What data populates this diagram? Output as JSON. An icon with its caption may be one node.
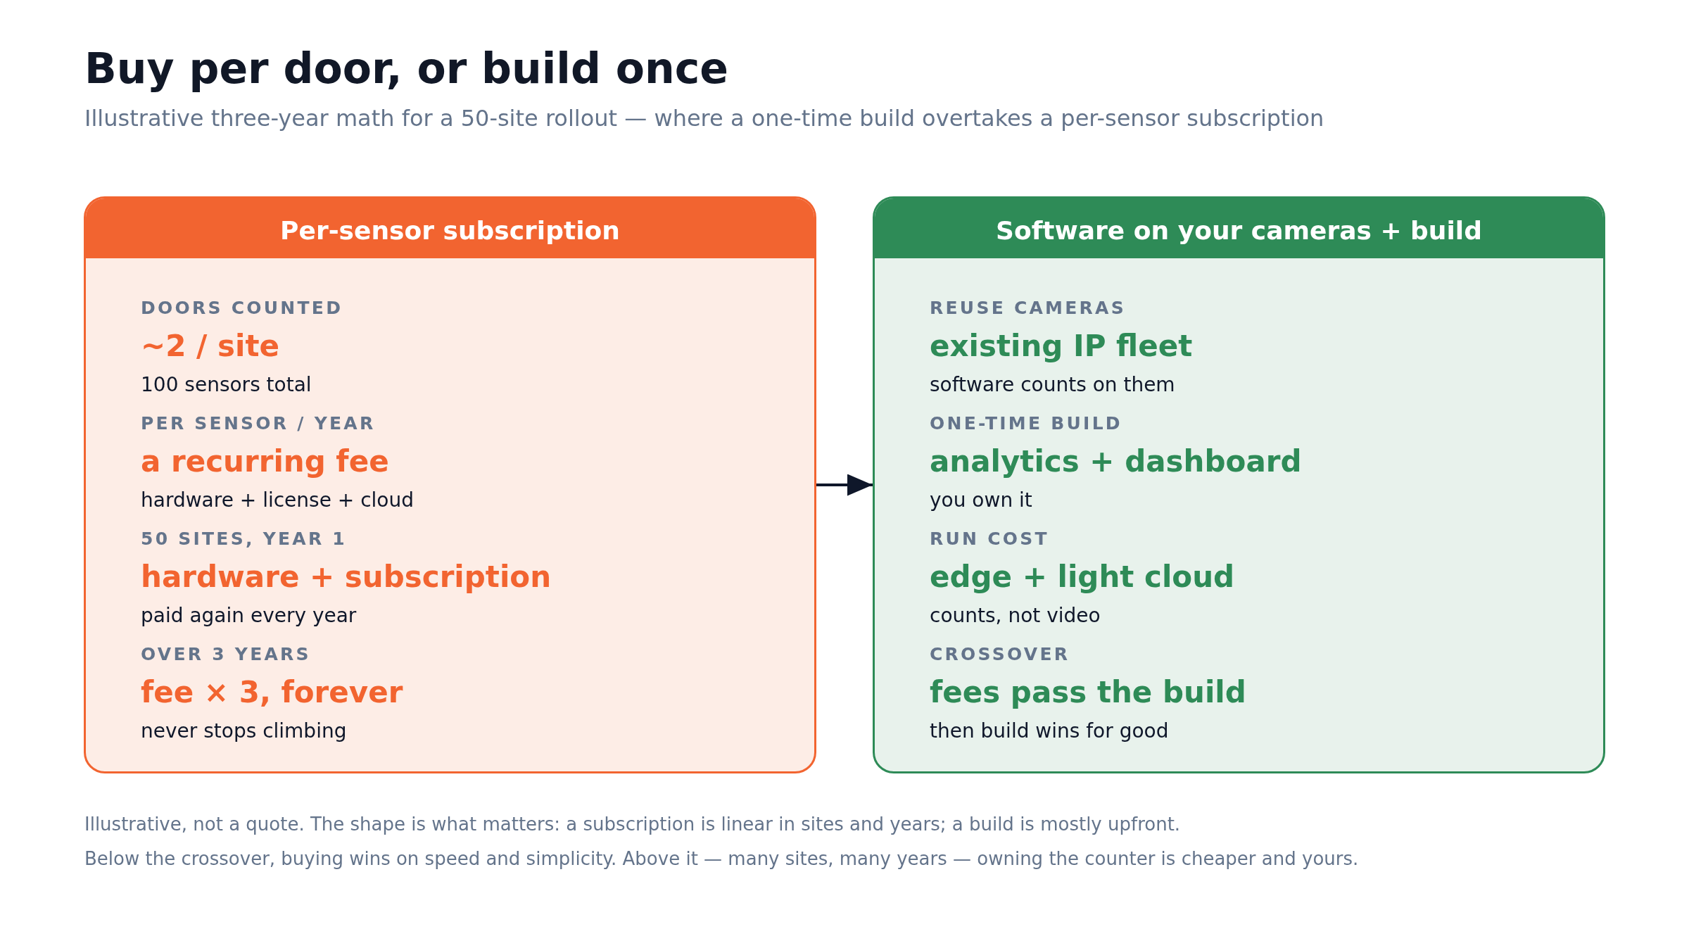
{
  "diagram": {
    "title": "Buy per door, or build once",
    "nodes": [
      {
        "text": [
          "Per-sensor subscription",
          "DOORS COUNTED",
          "~2 / site",
          "100 sensors total",
          "PER SENSOR / YEAR",
          "a recurring fee",
          "hardware + license + cloud",
          "50 SITES, YEAR 1",
          "hardware + subscription",
          "paid again every year",
          "OVER 3 YEARS",
          "fee × 3, forever",
          "never stops climbing"
        ]
      },
      {
        "text": [
          "Software on your cameras + build",
          "REUSE CAMERAS",
          "existing IP fleet",
          "software counts on them",
          "ONE-TIME BUILD",
          "analytics + dashboard",
          "you own it",
          "RUN COST",
          "edge + light cloud",
          "counts, not video",
          "CROSSOVER",
          "fees pass the build",
          "then build wins for good"
        ]
      }
    ],
    "edges": [
      {
        "from": 0,
        "to": 1,
        "arrow": "to"
      }
    ],
    "labels": [
      "Illustrative three-year math for a 50-site rollout — where a one-time build overtakes a per-sensor subscription",
      "Illustrative, not a quote. The shape is what matters: a subscription is linear in sites and years; a build is mostly upfront.",
      "Below the crossover, buying wins on speed and simplicity. Above it — many sites, many years — owning the counter is cheaper and yours."
    ]
  }
}
